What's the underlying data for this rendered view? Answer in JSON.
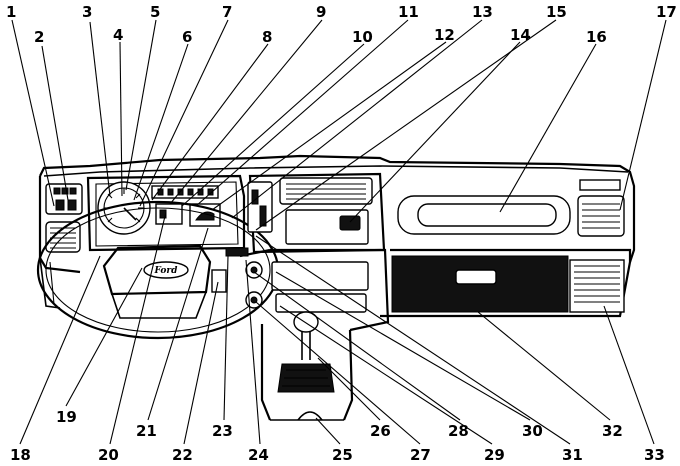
{
  "labels": [
    {
      "id": "1",
      "text": "1"
    },
    {
      "id": "2",
      "text": "2"
    },
    {
      "id": "3",
      "text": "3"
    },
    {
      "id": "4",
      "text": "4"
    },
    {
      "id": "5",
      "text": "5"
    },
    {
      "id": "6",
      "text": "6"
    },
    {
      "id": "7",
      "text": "7"
    },
    {
      "id": "8",
      "text": "8"
    },
    {
      "id": "9",
      "text": "9"
    },
    {
      "id": "10",
      "text": "10"
    },
    {
      "id": "11",
      "text": "11"
    },
    {
      "id": "12",
      "text": "12"
    },
    {
      "id": "13",
      "text": "13"
    },
    {
      "id": "14",
      "text": "14"
    },
    {
      "id": "15",
      "text": "15"
    },
    {
      "id": "16",
      "text": "16"
    },
    {
      "id": "17",
      "text": "17"
    },
    {
      "id": "18",
      "text": "18"
    },
    {
      "id": "19",
      "text": "19"
    },
    {
      "id": "20",
      "text": "20"
    },
    {
      "id": "21",
      "text": "21"
    },
    {
      "id": "22",
      "text": "22"
    },
    {
      "id": "23",
      "text": "23"
    },
    {
      "id": "24",
      "text": "24"
    },
    {
      "id": "25",
      "text": "25"
    },
    {
      "id": "26",
      "text": "26"
    },
    {
      "id": "27",
      "text": "27"
    },
    {
      "id": "28",
      "text": "28"
    },
    {
      "id": "29",
      "text": "29"
    },
    {
      "id": "30",
      "text": "30"
    },
    {
      "id": "31",
      "text": "31"
    },
    {
      "id": "32",
      "text": "32"
    },
    {
      "id": "33",
      "text": "33"
    }
  ],
  "steering_badge": "Ford"
}
